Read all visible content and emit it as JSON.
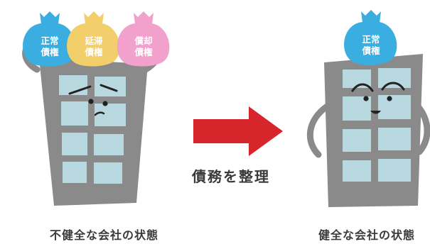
{
  "captions": {
    "left": "不健全な会社の状態",
    "right": "健全な会社の状態"
  },
  "action_label": "債務を整理",
  "bags": {
    "normal": {
      "line1": "正常",
      "line2": "債権"
    },
    "overdue": {
      "line1": "延滞",
      "line2": "債権"
    },
    "writeoff": {
      "line1": "償却",
      "line2": "債権"
    }
  },
  "colors": {
    "normal_bag": "#3aaee0",
    "overdue_bag": "#f3cf6c",
    "writeoff_bag": "#f2a1cd",
    "building": "#8a8a8a",
    "window": "#b8d8e0",
    "arrow": "#d7262b",
    "text": "#3a3a3a"
  }
}
